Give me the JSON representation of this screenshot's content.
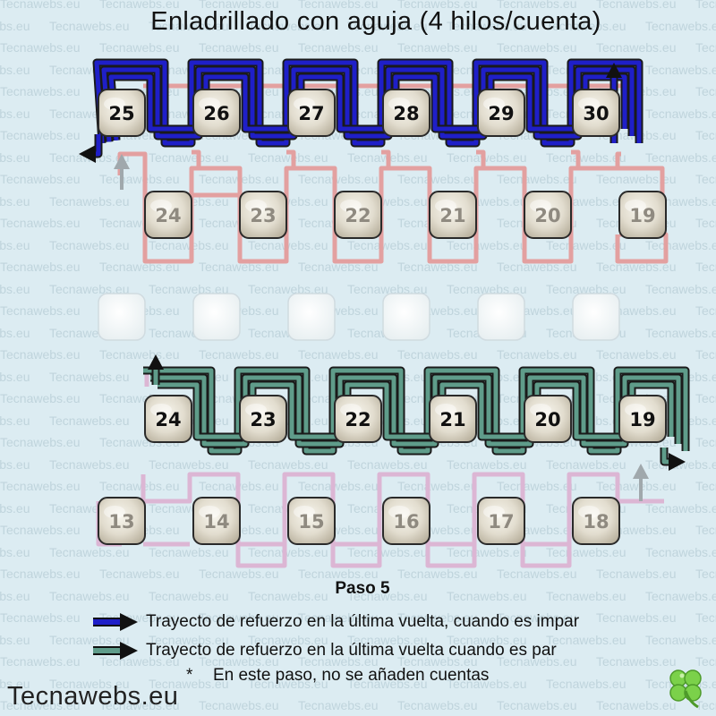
{
  "title": "Enladrillado con aguja (4 hilos/cuenta)",
  "watermark": "Tecnawebs.eu",
  "top_section": {
    "active_row": [
      25,
      26,
      27,
      28,
      29,
      30
    ],
    "lower_row": [
      24,
      23,
      22,
      21,
      20,
      19
    ]
  },
  "bottom_section": {
    "active_row": [
      24,
      23,
      22,
      21,
      20,
      19
    ],
    "lower_row": [
      13,
      14,
      15,
      16,
      17,
      18
    ]
  },
  "step_label": "Paso 5",
  "legend": [
    {
      "text": "Trayecto de refuerzo en la última vuelta, cuando es impar",
      "color": "#1f1fc8"
    },
    {
      "text": "Trayecto de refuerzo en la última vuelta cuando es par",
      "color": "#5f9c8a"
    }
  ],
  "note": {
    "marker": "*",
    "text": "En este paso, no se añaden cuentas"
  },
  "brand": "Tecnawebs.eu",
  "colors": {
    "background": "#dcecf2",
    "odd_path": "#1f1fc8",
    "even_path": "#5f9c8a",
    "pink_thread_top": "#e3a0a0",
    "pink_thread_bottom": "#dcb6d4",
    "arrow_grey": "#a0a8ac",
    "arrow_black": "#111111"
  },
  "icons": {
    "brand_logo": "four-leaf-clover-icon"
  }
}
